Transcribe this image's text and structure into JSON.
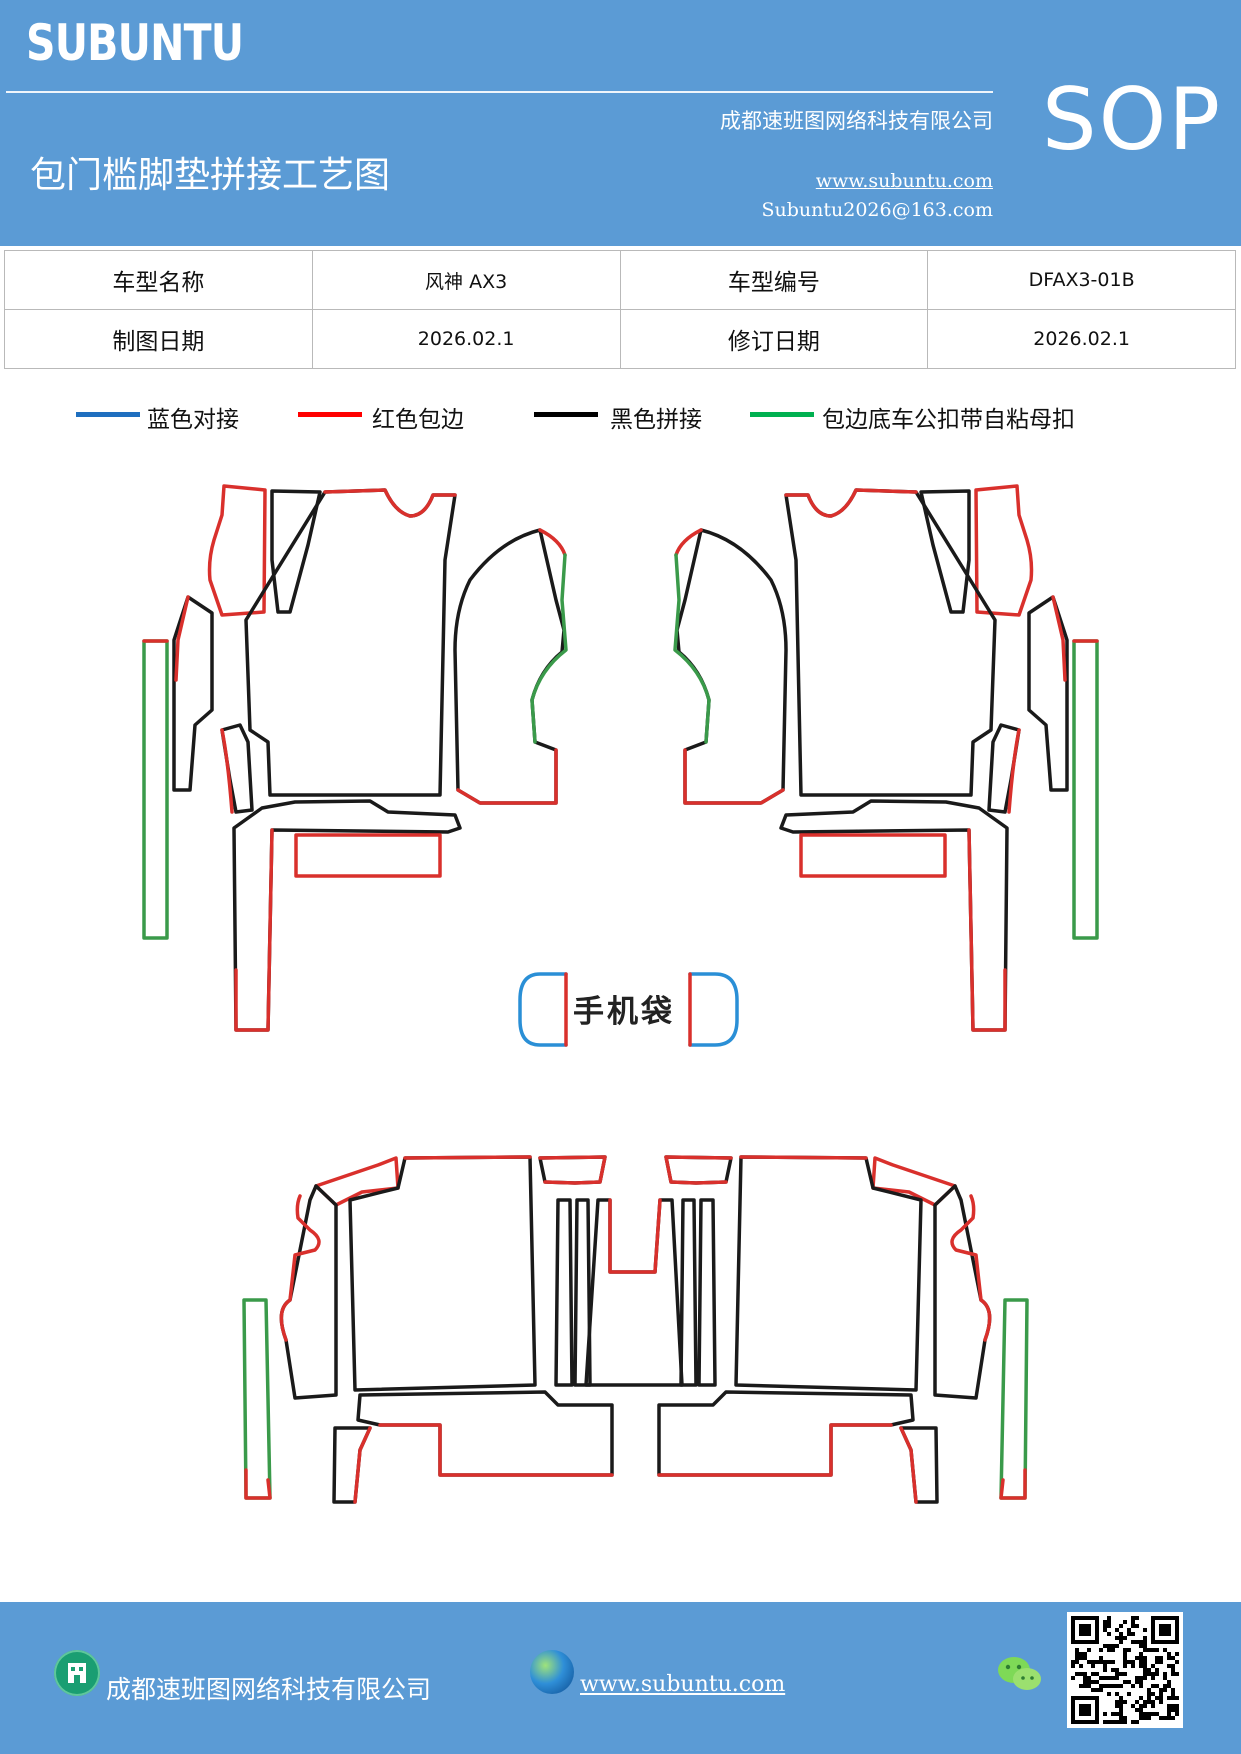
{
  "header": {
    "logo": "SUBUNTU",
    "badge": "SOP",
    "company": "成都速班图网络科技有限公司",
    "title": "包门槛脚垫拼接工艺图",
    "website": "www.subuntu.com",
    "email": "Subuntu2026@163.com"
  },
  "info_table": {
    "row1": {
      "label1": "车型名称",
      "value1": "风神 AX3",
      "label2": "车型编号",
      "value2": "DFAX3-01B"
    },
    "row2": {
      "label1": "制图日期",
      "value1": "2026.02.1",
      "label2": "修订日期",
      "value2": "2026.02.1"
    }
  },
  "legend": [
    {
      "label": "蓝色对接",
      "color": "#1f6fbf"
    },
    {
      "label": "红色包边",
      "color": "#ff0000"
    },
    {
      "label": "黑色拼接",
      "color": "#000000"
    },
    {
      "label": "包边底车公扣带自粘母扣",
      "color": "#00b050"
    }
  ],
  "drawing": {
    "phone_pocket_label": "手机袋",
    "colors": {
      "black": "#1a1a1a",
      "red": "#d9302c",
      "green": "#3a9a4a",
      "blue": "#2a8fd6"
    }
  },
  "footer": {
    "company": "成都速班图网络科技有限公司",
    "website": "www.subuntu.com",
    "icons": [
      "building-icon",
      "globe-icon",
      "wechat-icon",
      "qr-code"
    ]
  }
}
